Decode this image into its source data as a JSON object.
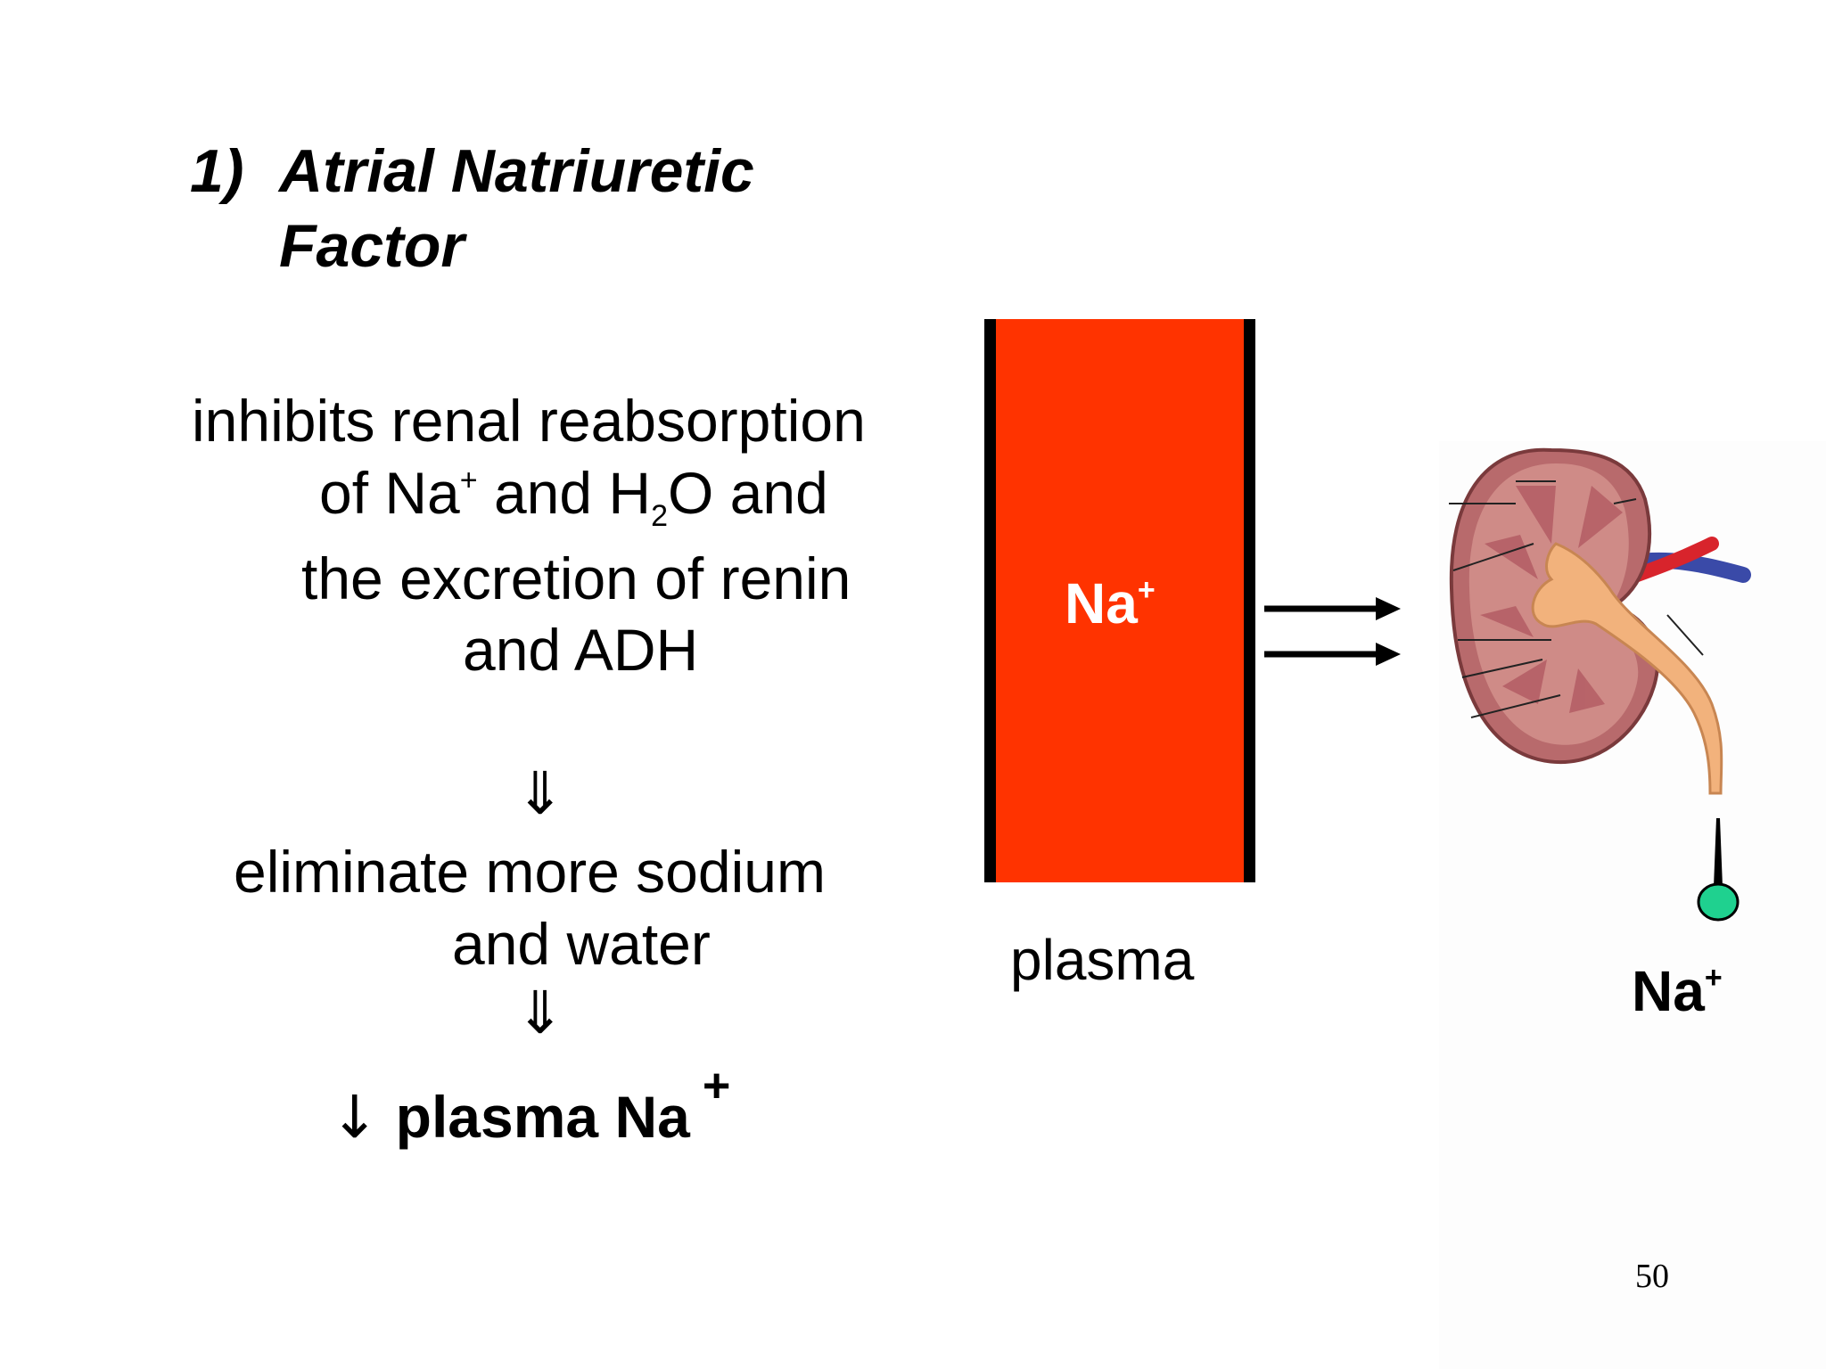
{
  "heading": {
    "number": "1)",
    "line1": "Atrial Natriuretic",
    "line2": "Factor"
  },
  "description": {
    "line1": "inhibits renal reabsorption",
    "line2_a": "of Na",
    "line2_sup": "+",
    "line2_b": " and H",
    "line2_sub": "2",
    "line2_c": "O and",
    "line3": "the excretion of renin",
    "line4": "and ADH"
  },
  "implies_symbol": "⇓",
  "effect": {
    "line1": "eliminate more sodium",
    "line2": "and water"
  },
  "result": {
    "arrow": "↓",
    "text": "plasma Na",
    "superscript": "+"
  },
  "diagram": {
    "bar_label": "Na",
    "bar_label_sup": "+",
    "plasma_label": "plasma",
    "kidney_label": "Na",
    "kidney_label_sup": "+",
    "colors": {
      "plasma_bar": "#ff3300",
      "drop": "#1fd18f",
      "kidney_cortex": "#b86a6c",
      "renal_pelvis": "#f2b27c",
      "artery": "#d8242c",
      "vein": "#3a4aa8"
    }
  },
  "page_number": "50"
}
